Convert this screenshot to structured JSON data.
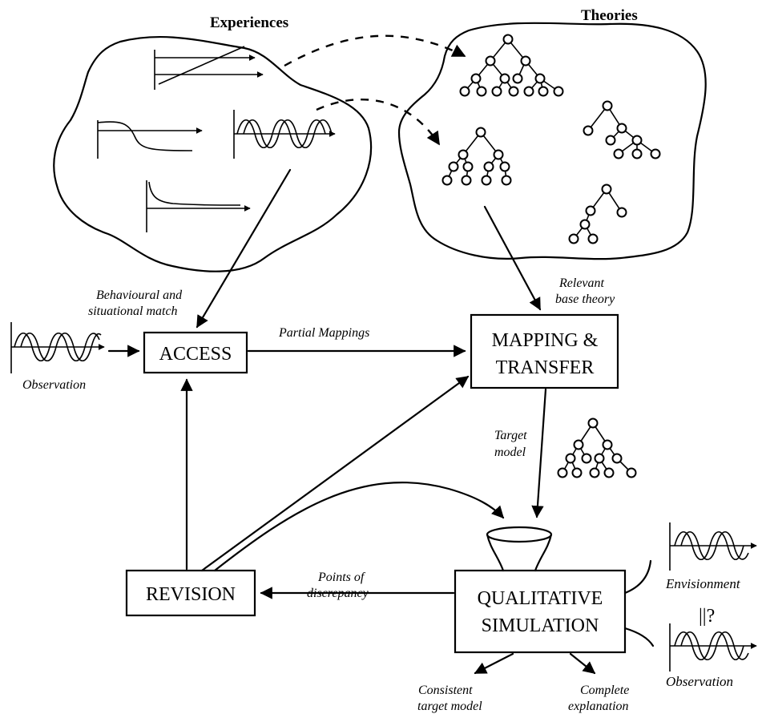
{
  "headers": {
    "experiences": "Experiences",
    "theories": "Theories"
  },
  "boxes": {
    "access": "ACCESS",
    "mapping_line1": "MAPPING &",
    "mapping_line2": "TRANSFER",
    "qualsim_line1": "QUALITATIVE",
    "qualsim_line2": "SIMULATION",
    "revision": "REVISION"
  },
  "labels": {
    "behavioural_line1": "Behavioural and",
    "behavioural_line2": "situational match",
    "observation_left": "Observation",
    "partial_mappings": "Partial Mappings",
    "relevant_line1": "Relevant",
    "relevant_line2": "base theory",
    "target_line1": "Target",
    "target_line2": "model",
    "points_line1": "Points of",
    "points_line2": "discrepancy",
    "envisionment": "Envisionment",
    "compare_symbol": "||?",
    "observation_right": "Observation",
    "consistent_line1": "Consistent",
    "consistent_line2": "target model",
    "complete_line1": "Complete",
    "complete_line2": "explanation"
  }
}
